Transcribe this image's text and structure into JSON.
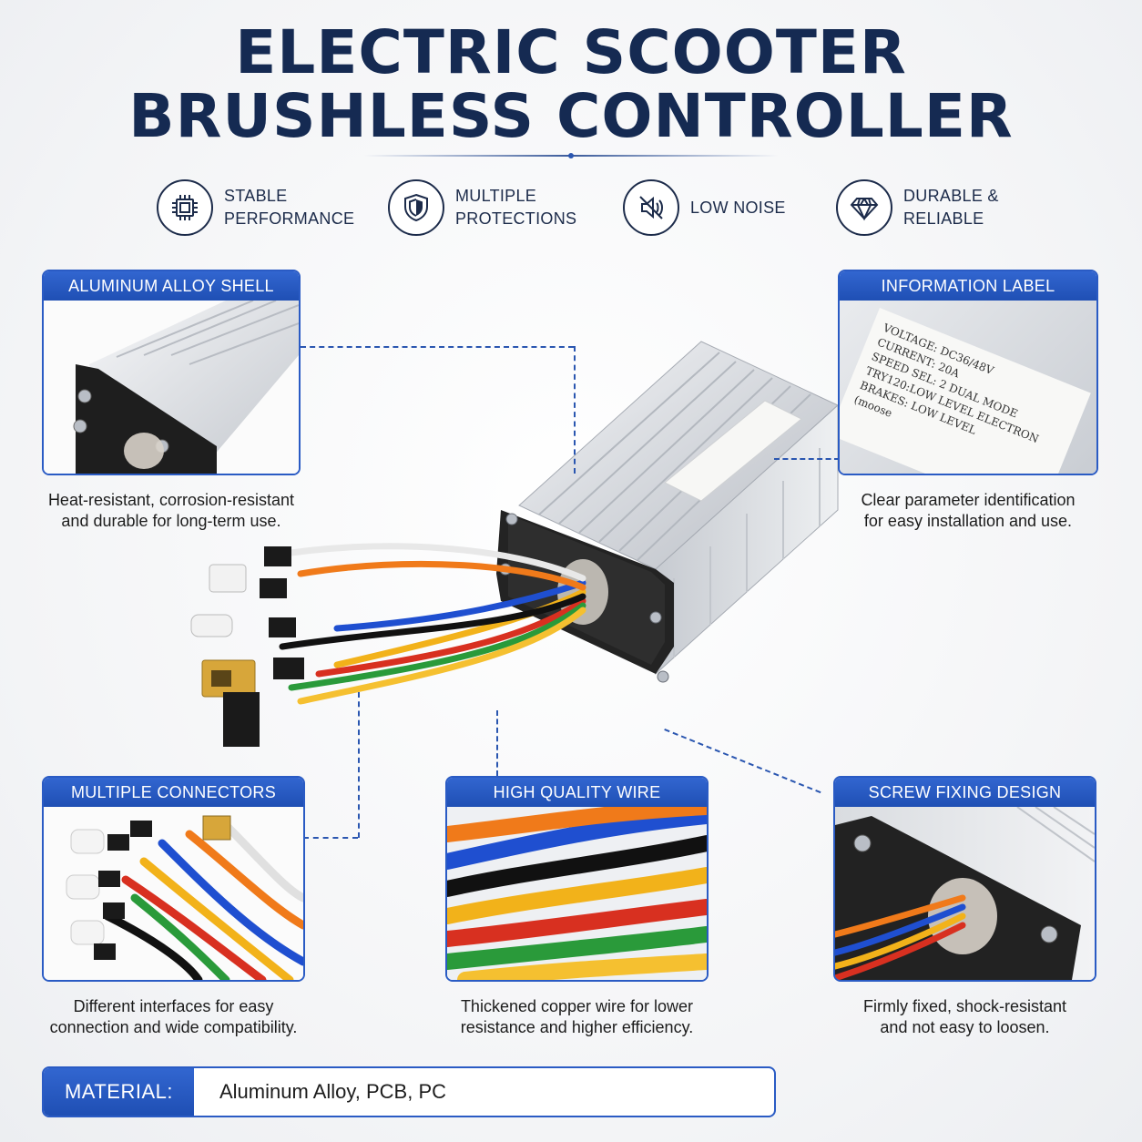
{
  "title": {
    "line1": "ELECTRIC SCOOTER",
    "line2": "BRUSHLESS CONTROLLER"
  },
  "features": [
    {
      "icon": "chip-icon",
      "line1": "STABLE",
      "line2": "PERFORMANCE"
    },
    {
      "icon": "shield-icon",
      "line1": "MULTIPLE",
      "line2": "PROTECTIONS"
    },
    {
      "icon": "speaker-mute-icon",
      "line1": "LOW NOISE",
      "line2": ""
    },
    {
      "icon": "diamond-icon",
      "line1": "DURABLE &",
      "line2": "RELIABLE"
    }
  ],
  "panels": {
    "shell": {
      "title": "ALUMINUM ALLOY SHELL",
      "caption_line1": "Heat-resistant, corrosion-resistant",
      "caption_line2": "and durable for long-term use."
    },
    "label": {
      "title": "INFORMATION LABEL",
      "caption_line1": "Clear parameter identification",
      "caption_line2": "for easy installation and use.",
      "sticker_lines": [
        "VOLTAGE: DC36/48V",
        "CURRENT: 20A",
        "SPEED SEL: 2 DUAL MODE",
        "TRY120:LOW LEVEL ELECTRON",
        "BRAKES: LOW LEVEL",
        "(moose"
      ]
    },
    "connectors": {
      "title": "MULTIPLE CONNECTORS",
      "caption_line1": "Different interfaces for easy",
      "caption_line2": "connection and wide compatibility."
    },
    "wire": {
      "title": "HIGH QUALITY WIRE",
      "caption_line1": "Thickened copper wire for lower",
      "caption_line2": "resistance and higher efficiency."
    },
    "screw": {
      "title": "SCREW FIXING DESIGN",
      "caption_line1": "Firmly fixed, shock-resistant",
      "caption_line2": "and not easy to loosen."
    }
  },
  "material": {
    "label": "MATERIAL:",
    "value": "Aluminum Alloy, PCB, PC"
  },
  "colors": {
    "title": "#152a52",
    "accent_blue": "#2a5bc4",
    "text_dark": "#1c1c1c"
  }
}
